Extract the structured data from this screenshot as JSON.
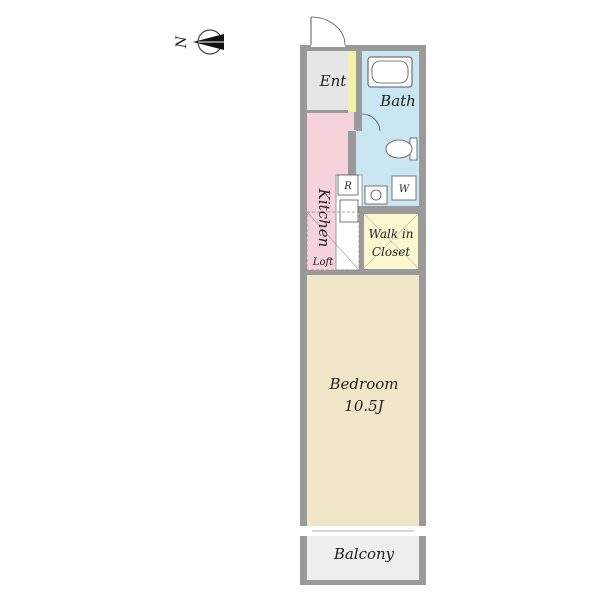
{
  "compass": {
    "letter": "N"
  },
  "rooms": {
    "entrance": "Ent",
    "bath": "Bath",
    "kitchen": "Kitchen",
    "loft": "Loft",
    "refrigerator": "R",
    "washer": "W",
    "walk_in_closet_line1": "Walk in",
    "walk_in_closet_line2": "Closet",
    "bedroom": "Bedroom",
    "bedroom_size": "10.5J",
    "balcony": "Balcony"
  },
  "colors": {
    "wall": "#9a9a9a",
    "entrance": "#e6e6e6",
    "bath": "#c9e6f2",
    "kitchen": "#f6d2da",
    "closet": "#fbf7cf",
    "bedroom": "#f0e6c8",
    "balcony": "#eeeeee",
    "kitchen_strip": "#f3f0a8"
  }
}
